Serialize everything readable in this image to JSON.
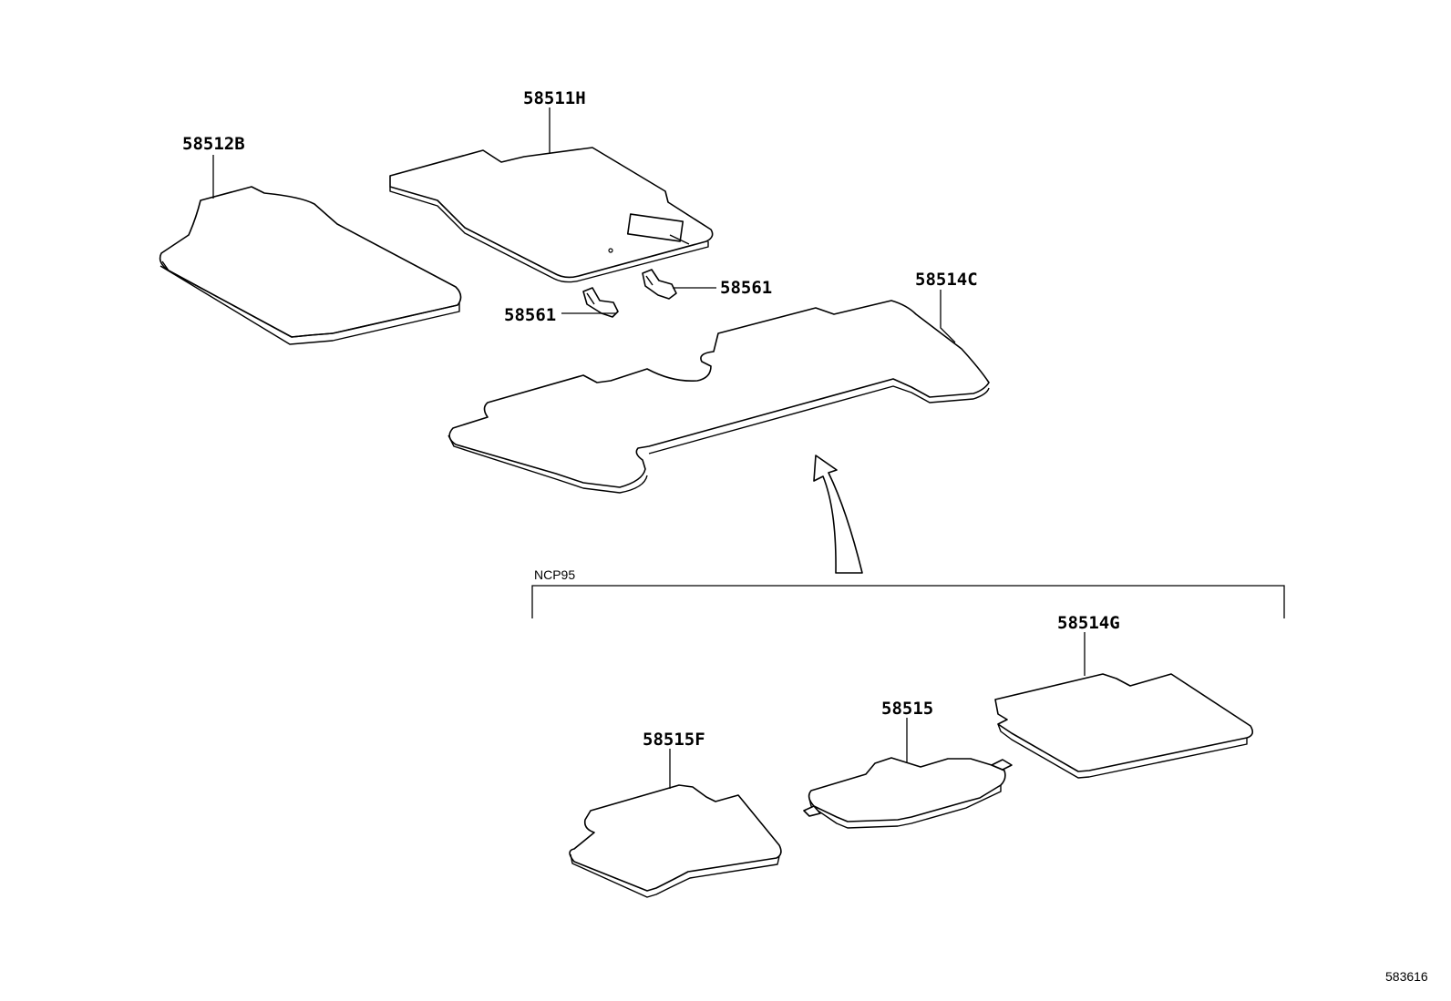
{
  "parts": {
    "front_left_mat": "58512B",
    "front_right_mat": "58511H",
    "clip_left": "58561",
    "clip_right": "58561",
    "rear_mat": "58514C",
    "third_row_mat": "58514G",
    "center_mat": "58515",
    "side_mat": "58515F"
  },
  "group": {
    "label": "NCP95"
  },
  "reference_code": "583616"
}
